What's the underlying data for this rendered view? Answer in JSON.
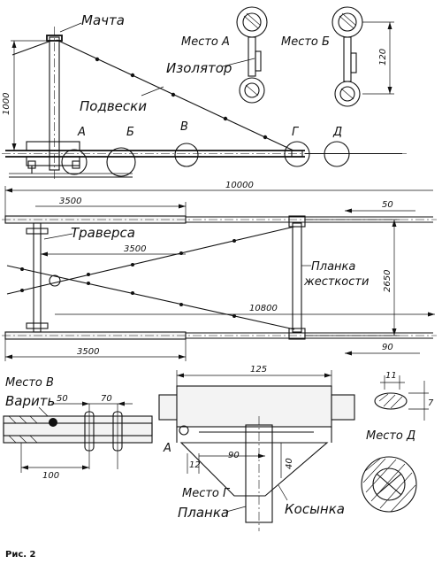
{
  "labels": {
    "mast": "Мачта",
    "hangers": "Подвески",
    "insulator": "Изолятор",
    "traverse": "Траверса",
    "stiff_plate_1": "Планка",
    "stiff_plate_2": "жесткости",
    "weld": "Варить",
    "plate": "Планка",
    "gusset": "Косынка",
    "place_a": "Место А",
    "place_b": "Место Б",
    "place_v": "Место В",
    "place_g": "Место Г",
    "place_d": "Место Д",
    "mark_a": "А",
    "mark_b": "Б",
    "mark_v": "В",
    "mark_g": "Г",
    "mark_d": "Д",
    "mark_a_detail": "А"
  },
  "dimensions": {
    "h1000": "1000",
    "h120": "120",
    "len10000": "10000",
    "len3500_top": "3500",
    "len3500_mid": "3500",
    "len3500_bot": "3500",
    "len50_top": "50",
    "len10800": "10800",
    "width2650": "2650",
    "len90_bot": "90",
    "v50": "50",
    "v70": "70",
    "v100": "100",
    "g125": "125",
    "g12": "12",
    "g90": "90",
    "g40": "40",
    "d11": "11",
    "d7": "7"
  },
  "caption": "Рис. 2"
}
